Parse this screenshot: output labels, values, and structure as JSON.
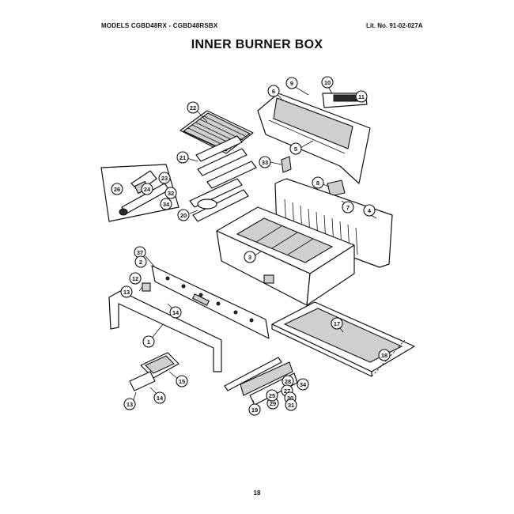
{
  "header": {
    "models": "MODELS CGBD48RX - CGBD48RSBX",
    "lit_no": "Lit. No. 91-02-027A"
  },
  "title": "INNER BURNER BOX",
  "page_number": "18",
  "callouts": [
    {
      "id": "c-22",
      "label": "22"
    },
    {
      "id": "c-9",
      "label": "9"
    },
    {
      "id": "c-10",
      "label": "10"
    },
    {
      "id": "c-6",
      "label": "6"
    },
    {
      "id": "c-11",
      "label": "11"
    },
    {
      "id": "c-5",
      "label": "5"
    },
    {
      "id": "c-33a",
      "label": "33"
    },
    {
      "id": "c-21",
      "label": "21"
    },
    {
      "id": "c-23",
      "label": "23"
    },
    {
      "id": "c-24",
      "label": "24"
    },
    {
      "id": "c-26",
      "label": "26"
    },
    {
      "id": "c-32",
      "label": "32"
    },
    {
      "id": "c-34a",
      "label": "34"
    },
    {
      "id": "c-20",
      "label": "20"
    },
    {
      "id": "c-8",
      "label": "8"
    },
    {
      "id": "c-7",
      "label": "7"
    },
    {
      "id": "c-4",
      "label": "4"
    },
    {
      "id": "c-37",
      "label": "37"
    },
    {
      "id": "c-2",
      "label": "2"
    },
    {
      "id": "c-3",
      "label": "3"
    },
    {
      "id": "c-12",
      "label": "12"
    },
    {
      "id": "c-13a",
      "label": "13"
    },
    {
      "id": "c-14a",
      "label": "14"
    },
    {
      "id": "c-1",
      "label": "1"
    },
    {
      "id": "c-17",
      "label": "17"
    },
    {
      "id": "c-18",
      "label": "18"
    },
    {
      "id": "c-15",
      "label": "15"
    },
    {
      "id": "c-13b",
      "label": "13"
    },
    {
      "id": "c-14b",
      "label": "14"
    },
    {
      "id": "c-19",
      "label": "19"
    },
    {
      "id": "c-28",
      "label": "28"
    },
    {
      "id": "c-34b",
      "label": "34"
    },
    {
      "id": "c-27",
      "label": "27"
    },
    {
      "id": "c-30",
      "label": "30"
    },
    {
      "id": "c-29",
      "label": "29"
    },
    {
      "id": "c-31",
      "label": "31"
    },
    {
      "id": "c-25",
      "label": "25"
    }
  ]
}
